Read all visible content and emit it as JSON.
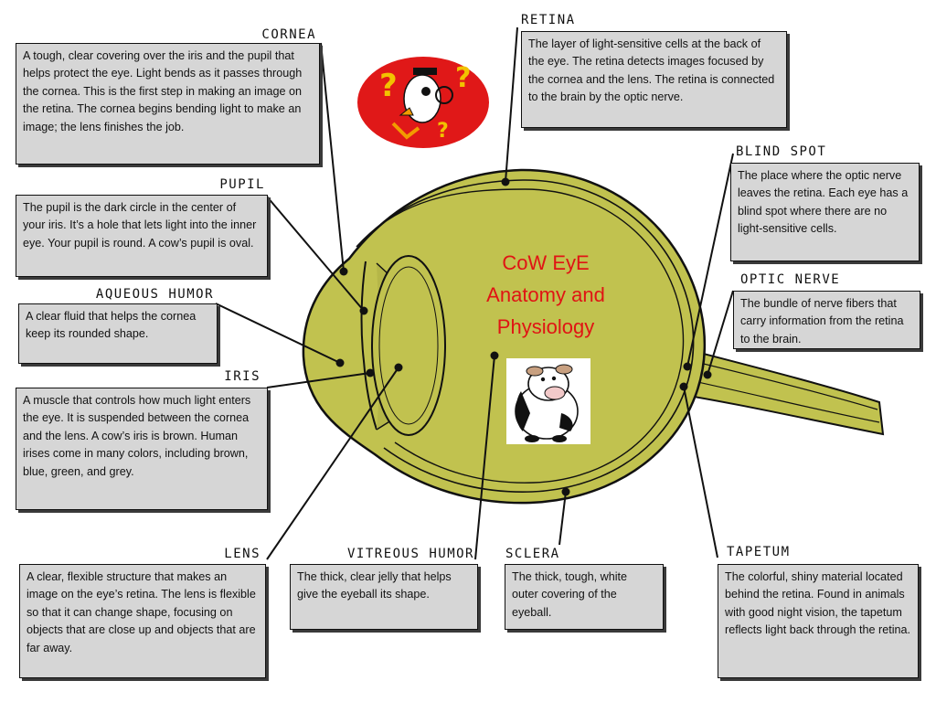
{
  "title": {
    "line1": "CoW EyE",
    "line2": "Anatomy and",
    "line3": "Physiology"
  },
  "colors": {
    "eyeball": "#c1c24f",
    "eyeball_shadow": "#a9aa3c",
    "title": "#e01414",
    "box": "#d6d6d6",
    "outline": "#111111"
  },
  "icons": {
    "cartoon_professor": "professor-duck-icon",
    "cow": "cow-icon"
  },
  "parts": {
    "cornea": {
      "label": "CORNEA",
      "text": "A tough, clear covering over the iris and the pupil that helps protect the eye.  Light bends as it passes through the cornea. This is the first step in making an image on the retina. The cornea begins bending light to make an image; the lens finishes the job."
    },
    "pupil": {
      "label": "PUPIL",
      "text": "The pupil is the dark circle in the center of your iris. It’s a hole that lets light into the inner eye. Your pupil is round. A cow’s pupil is oval."
    },
    "aqueous": {
      "label": "AQUEOUS HUMOR",
      "text": "A clear  fluid that helps the cornea keep its rounded shape."
    },
    "iris": {
      "label": "IRIS",
      "text": "A muscle that controls how much light enters the eye. It is suspended between the  cornea and the lens. A cow’s iris is brown. Human irises come in many colors, including brown, blue, green, and grey."
    },
    "lens": {
      "label": "LENS",
      "text": "A clear,  flexible structure that makes an image on the eye’s retina. The lens is flexible so that it can change shape, focusing on objects that are close up and objects that are far away."
    },
    "vitreous": {
      "label": "VITREOUS HUMOR",
      "text": "The thick, clear jelly that helps give the eyeball its shape."
    },
    "sclera": {
      "label": "SCLERA",
      "text": "The thick, tough, white outer covering of the eyeball."
    },
    "tapetum": {
      "label": "TAPETUM",
      "text": "The colorful, shiny material located behind the retina. Found in animals with good night vision, the tapetum reflects light back through the retina."
    },
    "retina": {
      "label": "RETINA",
      "text": "The layer of light-sensitive cells at the back of the eye. The retina detects images focused by the cornea and the lens. The retina is connected to the brain by the optic nerve."
    },
    "blindspot": {
      "label": "BLIND SPOT",
      "text": "The place where the optic nerve leaves the retina. Each eye has a blind spot where there are no light-sensitive cells."
    },
    "opticnerve": {
      "label": "OPTIC NERVE",
      "text": "The bundle of nerve fibers that carry information from the retina to the brain."
    }
  }
}
